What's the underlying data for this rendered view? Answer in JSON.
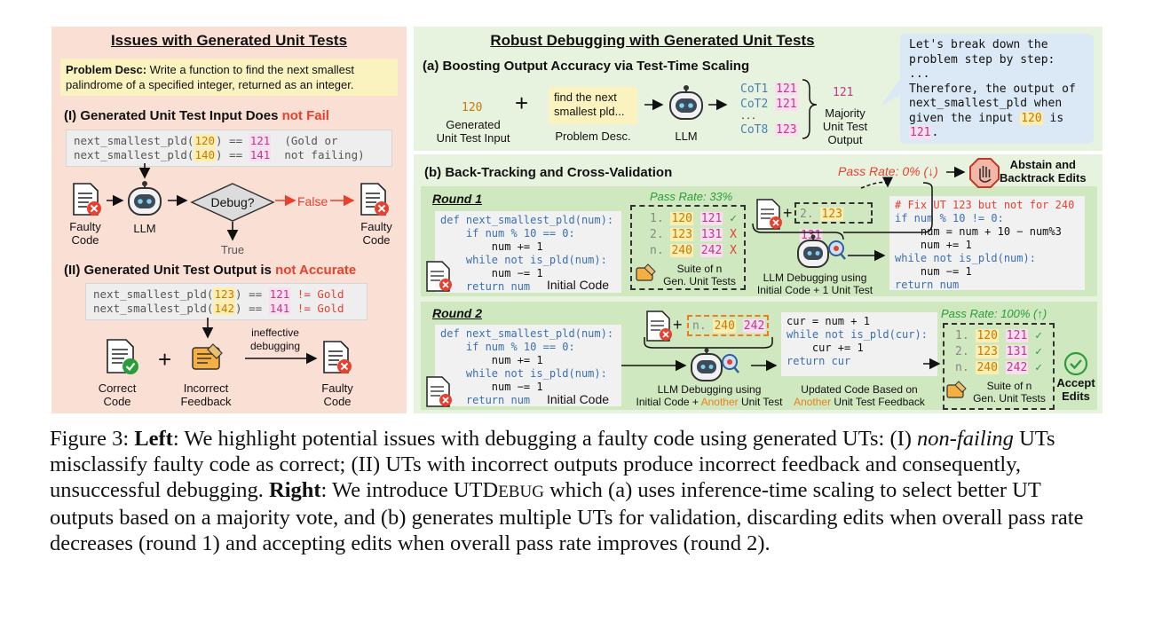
{
  "left": {
    "title": "Issues with Generated Unit Tests",
    "problem_label": "Problem Desc:",
    "problem_text": "Write a function to find the next smallest palindrome of a specified integer, returned as an integer.",
    "sec1_prefix": "(I) Generated Unit Test Input Does ",
    "sec1_suffix": "not Fail",
    "code1_l1_a": "next_smallest_pld(",
    "code1_l1_in": "120",
    "code1_l1_b": ") == ",
    "code1_l1_out": "121",
    "code1_l1_c": "  (Gold or",
    "code1_l2_a": "next_smallest_pld(",
    "code1_l2_in": "140",
    "code1_l2_b": ") == ",
    "code1_l2_out": "141",
    "code1_l2_c": "  not failing)",
    "faulty_code": "Faulty\nCode",
    "llm": "LLM",
    "debug": "Debug?",
    "false": "False",
    "true": "True",
    "faulty_code_right": "Faulty\nCode",
    "sec2_prefix": "(II) Generated Unit Test Output is ",
    "sec2_suffix": "not Accurate",
    "code2_l1_a": "next_smallest_pld(",
    "code2_l1_in": "123",
    "code2_l1_b": ") == ",
    "code2_l1_out": "121",
    "code2_l1_c": " != Gold",
    "code2_l2_a": "next_smallest_pld(",
    "code2_l2_in": "142",
    "code2_l2_b": ") == ",
    "code2_l2_out": "141",
    "code2_l2_c": " != Gold",
    "correct_code": "Correct\nCode",
    "incorrect_feedback": "Incorrect\nFeedback",
    "ineffective": "ineffective\ndebugging",
    "faulty_code_bottom": "Faulty\nCode"
  },
  "right_a": {
    "title": "Robust Debugging with Generated Unit Tests",
    "subtitle": "(a) Boosting Output Accuracy via Test-Time Scaling",
    "input_val": "120",
    "input_label": "Generated\nUnit Test Input",
    "plus": "+",
    "problem_box": "find the next\nsmallest pld...",
    "problem_label": "Problem Desc.",
    "llm": "LLM",
    "cot1": "CoT1",
    "cot1_val": "121",
    "cot2": "CoT2",
    "cot2_val": "121",
    "cot_dots": "...",
    "cot8": "CoT8",
    "cot8_val": "123",
    "majority_val": "121",
    "majority_label": "Majority\nUnit Test\nOutput",
    "bubble_l1": "Let's break down the",
    "bubble_l2": "problem step by step:",
    "bubble_l3": "...",
    "bubble_l4": "Therefore, the output of",
    "bubble_l5": "next_smallest_pld when",
    "bubble_l6a": "given the input ",
    "bubble_l6b": "120",
    "bubble_l6c": " is",
    "bubble_l7": "121",
    "bubble_l7b": "."
  },
  "right_b": {
    "subtitle": "(b) Back-Tracking and Cross-Validation",
    "pass_rate_0": "Pass Rate: 0% (↓)",
    "abstain": "Abstain and\nBacktrack Edits",
    "round1": "Round 1",
    "round2": "Round 2",
    "pass_rate_33": "Pass Rate: 33%",
    "pass_rate_100": "Pass Rate: 100% (↑)",
    "initial_code": "Initial Code",
    "r1_tests": [
      {
        "n": "1.",
        "in": "120",
        "out": "121",
        "mark": "✓"
      },
      {
        "n": "2.",
        "in": "123",
        "out": "131",
        "mark": "X"
      },
      {
        "n": "n.",
        "in": "240",
        "out": "242",
        "mark": "X"
      }
    ],
    "suite_label": "Suite of n\nGen. Unit Tests",
    "r1_ut_n": "2.",
    "r1_ut_in": "123",
    "r1_ut_out": "131",
    "r1_llm_label": "LLM Debugging using\nInitial Code + 1 Unit Test",
    "r1_fix_comment": "# Fix UT 123 but not for 240",
    "r1_fix_code": [
      "if num % 10 != 0:",
      "    num = num + 10 − num%3",
      "    num += 1",
      "while not is_pld(num):",
      "    num −= 1",
      "return num"
    ],
    "init_code": [
      "def next_smallest_pld(num):",
      "    if num % 10 == 0:",
      "        num += 1",
      "    while not is_pld(num):",
      "        num −= 1",
      "    return num"
    ],
    "r2_ut_n": "n.",
    "r2_ut_in": "240",
    "r2_ut_out": "242",
    "r2_llm_label_a": "LLM Debugging using",
    "r2_llm_label_b1": "Initial Code + ",
    "r2_llm_label_b2": "Another",
    "r2_llm_label_b3": " Unit Test",
    "r2_code": [
      "cur = num + 1",
      "while not is_pld(cur):",
      "    cur += 1",
      "return cur"
    ],
    "r2_updated_a": "Updated Code Based on",
    "r2_updated_b1": "Another",
    "r2_updated_b2": " Unit Test Feedback",
    "r2_tests": [
      {
        "n": "1.",
        "in": "120",
        "out": "121",
        "mark": "✓"
      },
      {
        "n": "2.",
        "in": "123",
        "out": "131",
        "mark": "✓"
      },
      {
        "n": "n.",
        "in": "240",
        "out": "242",
        "mark": "✓"
      }
    ],
    "accept": "Accept\nEdits"
  },
  "caption": {
    "fig": "Figure 3: ",
    "left_b": "Left",
    "t1": ": We highlight potential issues with debugging a faulty code using generated UTs: (I) ",
    "t1_i": "non-failing",
    "t2": " UTs misclassify faulty code as correct; (II) UTs with incorrect outputs produce incorrect feedback and consequently, unsuccessful debugging. ",
    "right_b": "Right",
    "t3": ": We introduce UTD",
    "t3_sc": "EBUG",
    "t4": " which (a) uses inference-time scaling to select better UT outputs based on a majority vote, and (b) generates multiple UTs for validation, discarding edits when overall pass rate decreases (round 1) and accepting edits when overall pass rate improves (round 2)."
  },
  "colors": {
    "left_bg": "#fae0d4",
    "right_bg": "#e8f3df",
    "round_bg": "#cfe8bf",
    "accent_red": "#e8402f",
    "accent_green": "#2a9d3a",
    "bubble": "#dbe8f5"
  }
}
